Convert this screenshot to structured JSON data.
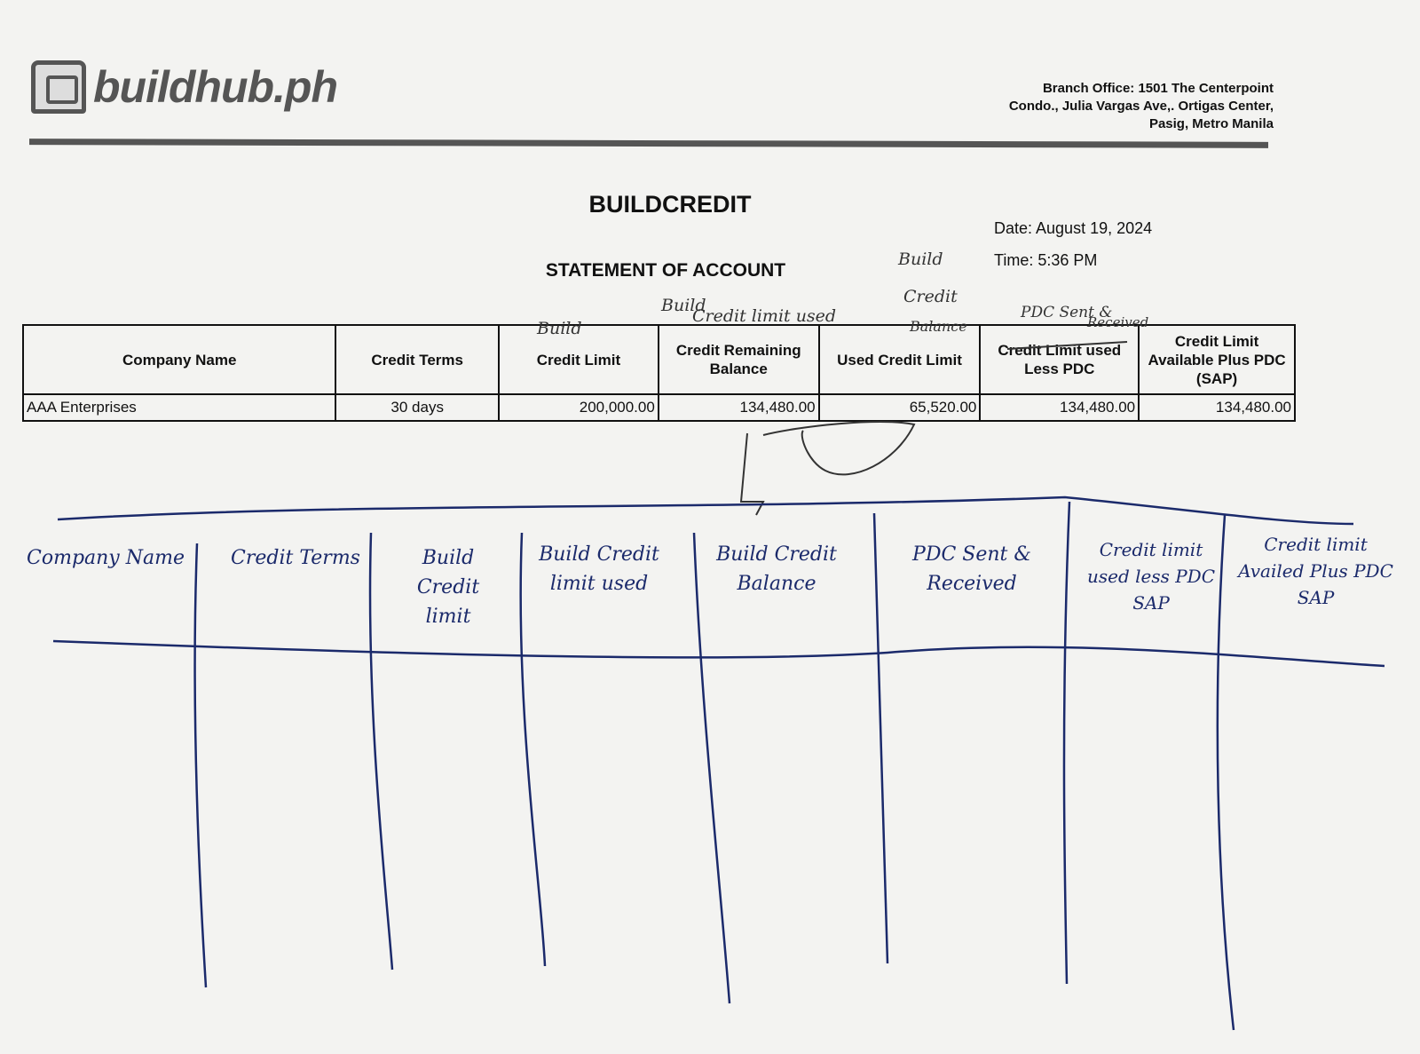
{
  "letterhead": {
    "logo_text": "buildhub.ph",
    "address_lines": [
      "Branch Office: 1501 The Centerpoint",
      "Condo., Julia Vargas Ave,. Ortigas Center,",
      "Pasig, Metro Manila"
    ]
  },
  "document": {
    "title": "BUILDCREDIT",
    "subtitle": "STATEMENT OF ACCOUNT",
    "date": "Date: August 19, 2024",
    "time": "Time: 5:36 PM"
  },
  "table": {
    "headers": [
      "Company Name",
      "Credit Terms",
      "Credit Limit",
      "Credit Remaining Balance",
      "Used Credit Limit",
      "Credit Limit used Less PDC",
      "Credit Limit Available Plus PDC (SAP)"
    ],
    "rows": [
      [
        "AAA Enterprises",
        "30 days",
        "200,000.00",
        "134,480.00",
        "65,520.00",
        "134,480.00",
        "134,480.00"
      ]
    ]
  },
  "annotations": {
    "above_credit_limit": "Build",
    "above_remaining_1": "Build",
    "above_remaining_2": "Credit limit used",
    "above_used_1": "Build",
    "above_used_2": "Credit",
    "above_used_3": "Balance",
    "above_less_pdc_1": "PDC Sent &",
    "above_less_pdc_2": "Received"
  },
  "handwritten_table": {
    "headers": [
      "Company Name",
      "Credit Terms",
      "Build Credit limit",
      "Build Credit limit used",
      "Build Credit Balance",
      "PDC Sent & Received",
      "Credit limit used less PDC SAP",
      "Credit limit Availed Plus PDC SAP"
    ]
  },
  "colors": {
    "ink": "#1b2a6b",
    "print": "#111111"
  }
}
